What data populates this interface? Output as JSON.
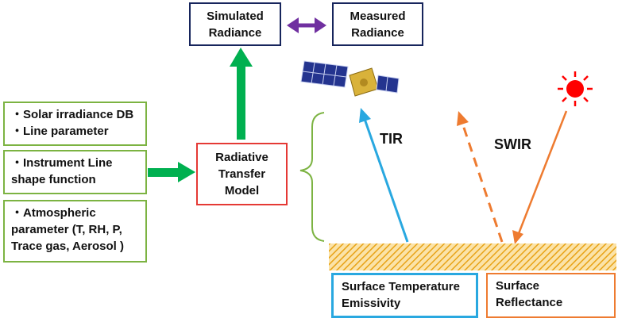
{
  "simulated": {
    "line1": "Simulated",
    "line2": "Radiance"
  },
  "measured": {
    "line1": "Measured",
    "line2": "Radiance"
  },
  "inputs": {
    "solar": {
      "line1": "・Solar irradiance DB",
      "line2": "・Line parameter"
    },
    "instrument": {
      "line1": "・Instrument Line",
      "line2": "shape function"
    },
    "atmos": {
      "line1": "・Atmospheric",
      "line2": "parameter (T, RH, P,",
      "line3": "Trace gas, Aerosol )"
    }
  },
  "rtm": {
    "line1": "Radiative",
    "line2": "Transfer",
    "line3": "Model"
  },
  "labels": {
    "tir": "TIR",
    "swir": "SWIR"
  },
  "surface": {
    "temp": {
      "line1": "Surface Temperature",
      "line2": "Emissivity"
    },
    "refl": {
      "line1": "Surface",
      "line2": "Reflectance"
    }
  },
  "colors": {
    "navy": "#17255c",
    "purple": "#7030a0",
    "green": "#00b050",
    "cyan": "#29a8e0",
    "orange": "#ee7b30",
    "sun": "#ff0000",
    "ground": "#f0b429"
  }
}
